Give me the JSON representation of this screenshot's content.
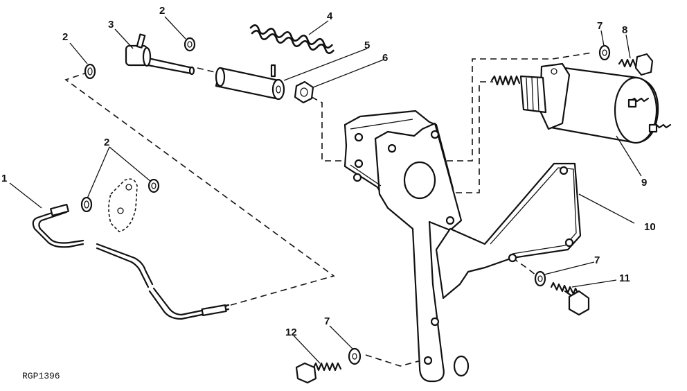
{
  "figure": {
    "reference_code": "RGP1396",
    "callouts": [
      {
        "id": "c1",
        "label": "1"
      },
      {
        "id": "c2a",
        "label": "2"
      },
      {
        "id": "c2b",
        "label": "2"
      },
      {
        "id": "c2c",
        "label": "2"
      },
      {
        "id": "c3",
        "label": "3"
      },
      {
        "id": "c4",
        "label": "4"
      },
      {
        "id": "c5",
        "label": "5"
      },
      {
        "id": "c6",
        "label": "6"
      },
      {
        "id": "c7a",
        "label": "7"
      },
      {
        "id": "c7b",
        "label": "7"
      },
      {
        "id": "c7c",
        "label": "7"
      },
      {
        "id": "c8",
        "label": "8"
      },
      {
        "id": "c9",
        "label": "9"
      },
      {
        "id": "c10",
        "label": "10"
      },
      {
        "id": "c11",
        "label": "11"
      },
      {
        "id": "c12",
        "label": "12"
      }
    ]
  }
}
